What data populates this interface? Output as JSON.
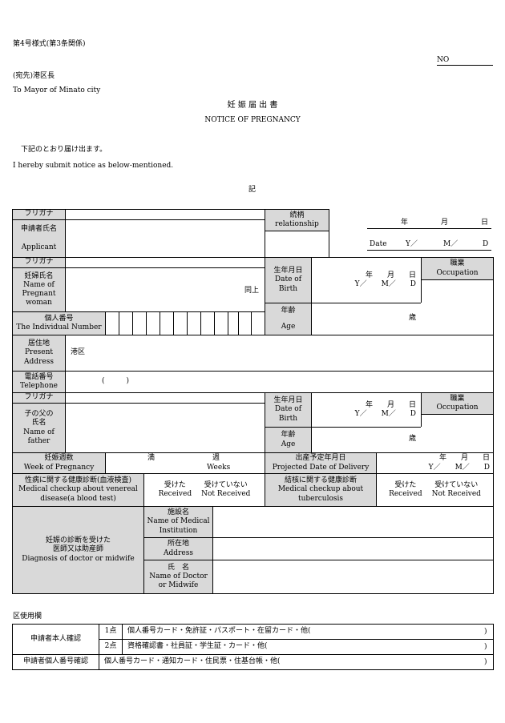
{
  "header": {
    "form_no": "第4号様式(第3条関係)",
    "no_label": "NO",
    "addressee_ja": "(宛先)港区長",
    "addressee_en": "To Mayor of Minato city",
    "title_ja": "妊 娠 届 出 書",
    "title_en": "NOTICE OF PREGNANCY",
    "intro_ja": "下記のとおり届け出ます。",
    "intro_en": "I hereby submit notice as below-mentioned.",
    "ki": "記"
  },
  "date": {
    "year_ja": "年",
    "month_ja": "月",
    "day_ja": "日",
    "date_en": "Date",
    "y": "Y／",
    "m": "M／",
    "d": "D"
  },
  "applicant": {
    "furigana": "フリガナ",
    "name_ja": "申請者氏名",
    "name_en": "Applicant",
    "relationship_ja": "続柄",
    "relationship_en": "relationship"
  },
  "pregnant": {
    "furigana": "フリガナ",
    "name_ja": "妊婦氏名",
    "name_en1": "Name of",
    "name_en2": "Pregnant",
    "name_en3": "woman",
    "same": "同上",
    "dob_ja": "生年月日",
    "dob_en1": "Date of",
    "dob_en2": "Birth",
    "dob_ymd_ja": "年　　月　　日",
    "dob_ymd_en": "Y／　　M／　　D",
    "occupation_ja": "職業",
    "occupation_en": "Occupation",
    "idno_ja": "個人番号",
    "idno_en": "The Individual Number",
    "age_ja": "年齢",
    "age_en": "Age",
    "age_unit": "歳"
  },
  "residence": {
    "label_ja": "居住地",
    "label_en1": "Present",
    "label_en2": "Address",
    "ward": "港区"
  },
  "telephone": {
    "label_ja": "電話番号",
    "label_en": "Telephone",
    "parens": "(　　　)"
  },
  "father": {
    "furigana": "フリガナ",
    "name_ja1": "子の父の",
    "name_ja2": "氏名",
    "name_en1": "Name of",
    "name_en2": "father",
    "dob_ja": "生年月日",
    "dob_en1": "Date of",
    "dob_en2": "Birth",
    "dob_ymd_ja": "年　　月　　日",
    "dob_ymd_en": "Y／　　M／　　D",
    "occupation_ja": "職業",
    "occupation_en": "Occupation",
    "age_ja": "年齢",
    "age_en": "Age",
    "age_unit": "歳"
  },
  "weeks": {
    "label_ja": "妊娠週数",
    "label_en": "Week of Pregnancy",
    "man": "満",
    "shu": "週",
    "weeks_en": "Weeks",
    "due_ja": "出産予定年月日",
    "due_en": "Projected Date of Delivery",
    "due_ymd_ja": "年　　月　　日",
    "due_ymd_en": "Y／　　M／　　D"
  },
  "checkups": {
    "vd_ja": "性病に関する健康診断(血液検査)",
    "vd_en1": "Medical checkup about venereal",
    "vd_en2": "disease(a blood test)",
    "received_ja": "受けた",
    "notreceived_ja": "受けていない",
    "received_en": "Received",
    "notreceived_en": "Not Received",
    "tb_ja": "結核に関する健康診断",
    "tb_en1": "Medical checkup about",
    "tb_en2": "tuberculosis"
  },
  "diagnosis": {
    "label_ja1": "妊娠の診断を受けた",
    "label_ja2": "医師又は助産師",
    "label_en": "Diagnosis of doctor or midwife",
    "facility_ja": "施設名",
    "facility_en1": "Name of Medical",
    "facility_en2": "Institution",
    "address_ja": "所在地",
    "address_en": "Address",
    "doctor_ja": "氏　名",
    "doctor_en1": "Name of Doctor",
    "doctor_en2": "or Midwife"
  },
  "ward_use": {
    "title": "区使用欄",
    "identity_label": "申請者本人確認",
    "one_point": "1点",
    "one_point_docs": "個人番号カード・免許証・パスポート・在留カード・他(",
    "two_point": "2点",
    "two_point_docs": "資格確認書・社員証・学生証・カード・他(",
    "idno_label": "申請者個人番号確認",
    "idno_docs": "個人番号カード・通知カード・住民票・住基台帳・他(",
    "close_paren": ")"
  }
}
